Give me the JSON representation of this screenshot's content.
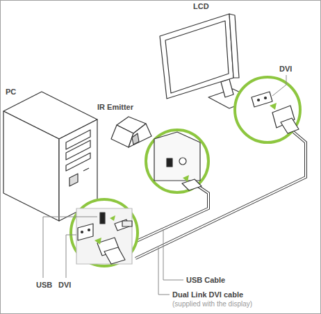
{
  "diagram": {
    "labels": [
      "LCD",
      "DVI",
      "PC",
      "IR Emitter",
      "USB",
      "DVI",
      "USB Cable",
      "Dual Link DVI cable",
      "(supplied with the display)"
    ]
  }
}
